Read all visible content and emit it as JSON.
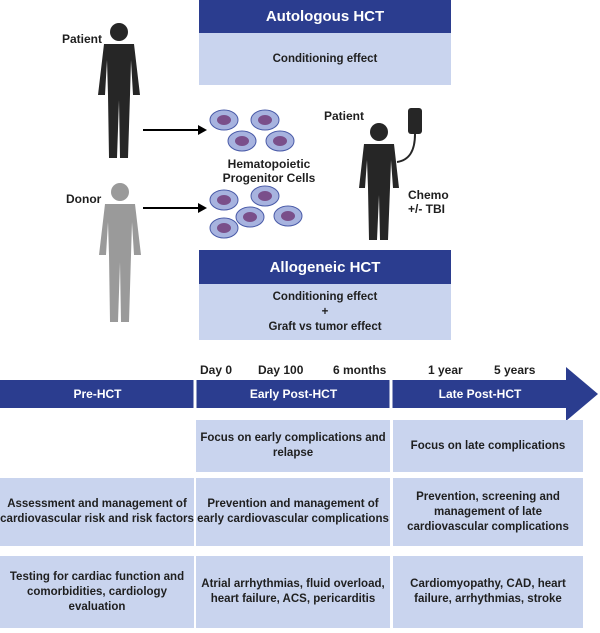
{
  "autologous": {
    "title": "Autologous HCT",
    "subtitle": "Conditioning effect"
  },
  "allogeneic": {
    "title": "Allogeneic HCT",
    "line1": "Conditioning effect",
    "plus": "+",
    "line2": "Graft vs tumor effect"
  },
  "figures": {
    "patient_left": "Patient",
    "donor": "Donor",
    "cells_label_1": "Hematopoietic",
    "cells_label_2": "Progenitor Cells",
    "patient_right": "Patient",
    "chemo_1": "Chemo",
    "chemo_2": "+/- TBI"
  },
  "timeline": {
    "ticks": [
      "Day 0",
      "Day 100",
      "6 months",
      "1 year",
      "5 years"
    ],
    "phases": [
      "Pre-HCT",
      "Early Post-HCT",
      "Late Post-HCT"
    ]
  },
  "grid": {
    "row1": [
      "",
      "Focus on early complications and relapse",
      "Focus on late complications"
    ],
    "row2": [
      "Assessment and management of cardiovascular risk and risk factors",
      "Prevention and management of early cardiovascular complications",
      "Prevention, screening and management of late cardiovascular complications"
    ],
    "row3": [
      "Testing for cardiac function and comorbidities, cardiology evaluation",
      "Atrial arrhythmias, fluid overload, heart failure, ACS, pericarditis",
      "Cardiomyopathy, CAD, heart failure, arrhythmias, stroke"
    ]
  },
  "colors": {
    "dark_blue": "#2b3d8f",
    "light_blue": "#c9d4ee",
    "patient": "#262626",
    "donor": "#9a9a9a",
    "cell": "#7a4f8a"
  }
}
